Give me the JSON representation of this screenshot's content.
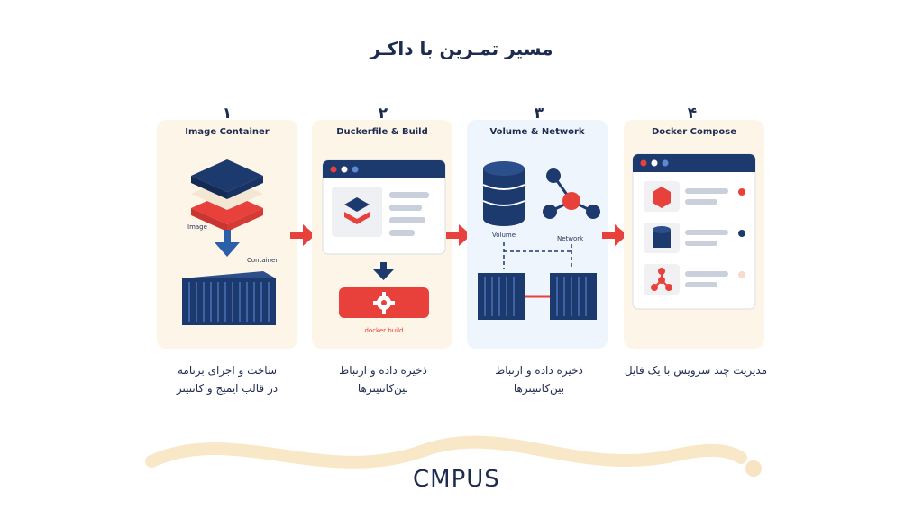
{
  "page": {
    "title": "مسیر تمـرین با داکـر"
  },
  "steps": [
    {
      "number": "۱",
      "title": "Image Container",
      "labels": {
        "image": "Image",
        "container": "Container"
      },
      "caption_line1": "ساخت و اجرای برنامه",
      "caption_line2": "در قالب ایمیج و کانتینر"
    },
    {
      "number": "۲",
      "title": "Duckerfile & Build",
      "labels": {
        "command": "docker build"
      },
      "caption_line1": "ذخیره داده و ارتباط",
      "caption_line2": "بین‌کانتینرها"
    },
    {
      "number": "۳",
      "title": "Volume & Network",
      "labels": {
        "volume": "Volume",
        "network": "Network"
      },
      "caption_line1": "ذخیره داده و ارتباط",
      "caption_line2": "بین‌کانتینرها"
    },
    {
      "number": "۴",
      "title": "Docker Compose",
      "caption_line1": "مدیریت چند سرویس با یک فایل",
      "caption_line2": ""
    }
  ],
  "brand": {
    "logo_text": "CMPUS"
  },
  "colors": {
    "navy": "#1d3a6e",
    "red": "#e8413c",
    "cream": "#fdf6e8",
    "light_blue": "#eef5fd",
    "swoosh": "#f8e8c8"
  }
}
